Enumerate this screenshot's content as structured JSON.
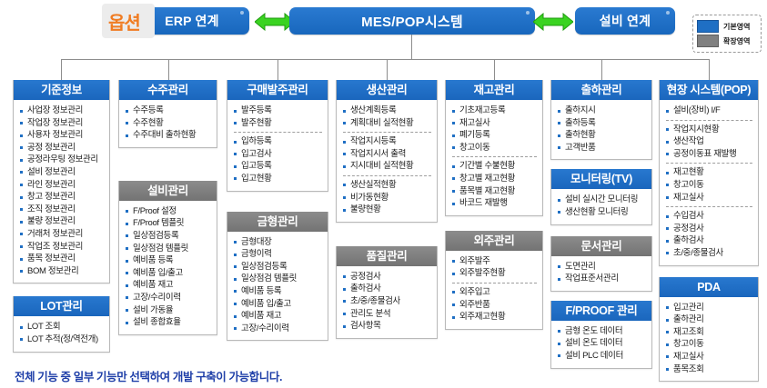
{
  "top": {
    "option_badge": "옵션",
    "erp": "ERP 연계",
    "mes": "MES/POP시스템",
    "equipment": "설비 연계",
    "arrow_left_name": "double-arrow-erp",
    "arrow_right_name": "double-arrow-equipment"
  },
  "legend": {
    "items": [
      {
        "label": "기본영역",
        "color": "#1f6fc4",
        "kind": "basic"
      },
      {
        "label": "확장영역",
        "color": "#808080",
        "kind": "ext"
      }
    ]
  },
  "columns": [
    {
      "id": "col1",
      "cards": [
        {
          "title": "기준정보",
          "kind": "basic",
          "items": [
            "사업장 정보관리",
            "작업장 정보관리",
            "사용자 정보관리",
            "공정 정보관리",
            "공정라우팅 정보관리",
            "설비 정보관리",
            "라인 정보관리",
            "창고 정보관리",
            "조직 정보관리",
            "불량 정보관리",
            "거래처 정보관리",
            "작업조 정보관리",
            "품목 정보관리",
            "BOM 정보관리"
          ]
        },
        {
          "title": "LOT관리",
          "kind": "basic",
          "items": [
            "LOT 조회",
            "LOT 추적(정/역전개)"
          ]
        }
      ]
    },
    {
      "id": "col2",
      "cards": [
        {
          "title": "수주관리",
          "kind": "basic",
          "items": [
            "수주등록",
            "수주현황",
            "수주대비 출하현황"
          ]
        },
        {
          "title": "설비관리",
          "kind": "ext",
          "items": [
            "F/Proof 설정",
            "F/Proof 템플릿",
            "일상점검등록",
            "일상점검 템플릿",
            "예비품 등록",
            "예비품 입/출고",
            "예비품 재고",
            "고장/수리이력",
            "설비 가동율",
            "설비 종합효율"
          ]
        }
      ]
    },
    {
      "id": "col3",
      "cards": [
        {
          "title": "구매발주관리",
          "kind": "basic",
          "items": [
            "발주등록",
            "발주현황",
            "---",
            "입하등록",
            "입고검사",
            "입고등록",
            "입고현황"
          ]
        },
        {
          "title": "금형관리",
          "kind": "ext",
          "items": [
            "금형대장",
            "금형이력",
            "일상점검등록",
            "일상점검 템플릿",
            "예비품 등록",
            "예비품 입/출고",
            "예비품 재고",
            "고장/수리이력"
          ]
        }
      ]
    },
    {
      "id": "col4",
      "cards": [
        {
          "title": "생산관리",
          "kind": "basic",
          "items": [
            "생산계획등록",
            "계획대비 실적현황",
            "---",
            "작업지시등록",
            "작업지시서 출력",
            "지시대비 실적현황",
            "---",
            "생산실적현황",
            "비가동현황",
            "불량현황"
          ]
        },
        {
          "title": "품질관리",
          "kind": "ext",
          "items": [
            "공정검사",
            "출하검사",
            "초/중/종물검사",
            "관리도 분석",
            "검사항목"
          ]
        }
      ]
    },
    {
      "id": "col5",
      "cards": [
        {
          "title": "재고관리",
          "kind": "basic",
          "items": [
            "기초재고등록",
            "재고실사",
            "폐기등록",
            "창고이동",
            "---",
            "기간별 수불현황",
            "창고별 재고현황",
            "품목별 재고현황",
            "바코드 재발행"
          ]
        },
        {
          "title": "외주관리",
          "kind": "ext",
          "items": [
            "외주발주",
            "외주발주현황",
            "---",
            "외주입고",
            "외주반품",
            "외주재고현황"
          ]
        }
      ]
    },
    {
      "id": "col6",
      "cards": [
        {
          "title": "출하관리",
          "kind": "basic",
          "items": [
            "출하지시",
            "출하등록",
            "출하현황",
            "고객반품"
          ]
        },
        {
          "title": "모니터링(TV)",
          "kind": "basic",
          "items": [
            "설비 실시간 모니터링",
            "생산현황 모니터링"
          ]
        },
        {
          "title": "문서관리",
          "kind": "ext",
          "items": [
            "도면관리",
            "작업표준서관리"
          ]
        },
        {
          "title": "F/PROOF 관리",
          "kind": "basic",
          "items": [
            "금형 온도 데이터",
            "설비 온도 데이터",
            "설비 PLC 데이터"
          ]
        }
      ]
    },
    {
      "id": "col7",
      "cards": [
        {
          "title": "현장 시스템(POP)",
          "kind": "basic",
          "items": [
            "설비(장비) I/F",
            "---",
            "작업지시현황",
            "생산작업",
            "공정이동표 재발행",
            "---",
            "재고현황",
            "창고이동",
            "재고실사",
            "---",
            "수입검사",
            "공정검사",
            "출하검사",
            "초/중/종물검사"
          ]
        },
        {
          "title": "PDA",
          "kind": "basic",
          "items": [
            "입고관리",
            "출하관리",
            "재고조회",
            "창고이동",
            "재고실사",
            "품목조회"
          ]
        }
      ]
    }
  ],
  "footer": {
    "note": "전체 기능 중 일부 기능만 선택하여 개발 구축이 가능합니다."
  }
}
